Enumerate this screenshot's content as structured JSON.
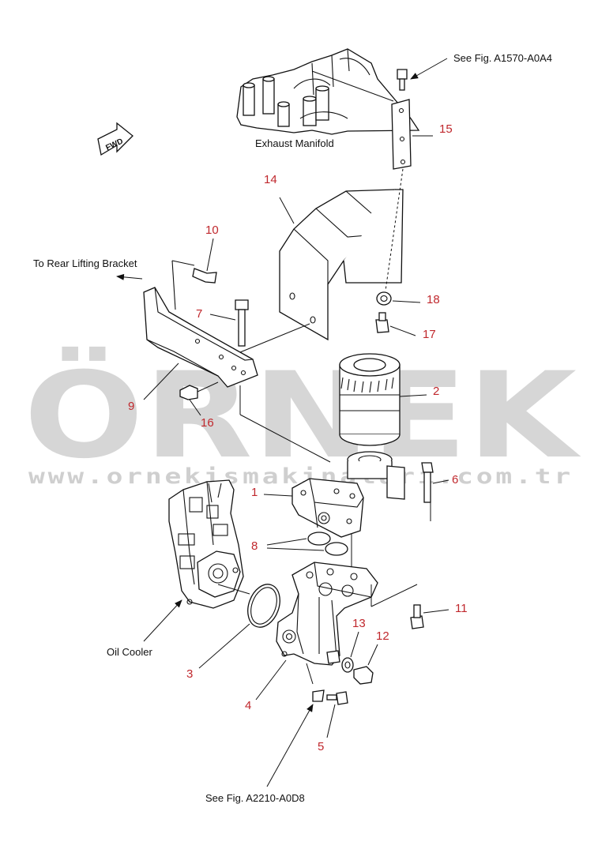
{
  "watermark": {
    "brand": "ÖRNEK",
    "url": "www.ornekismakinalari.com.tr"
  },
  "references": {
    "top_ref": "See Fig. A1570-A0A4",
    "bottom_ref": "See Fig. A2210-A0D8"
  },
  "labels": {
    "exhaust_manifold": "Exhaust Manifold",
    "rear_lifting_bracket": "To Rear Lifting Bracket",
    "oil_cooler": "Oil Cooler",
    "fwd": "FWD"
  },
  "callouts": {
    "c1": "1",
    "c2": "2",
    "c3": "3",
    "c4": "4",
    "c5": "5",
    "c6": "6",
    "c7": "7",
    "c8": "8",
    "c9": "9",
    "c10": "10",
    "c11": "11",
    "c12": "12",
    "c13": "13",
    "c14": "14",
    "c15": "15",
    "c16": "16",
    "c17": "17",
    "c18": "18"
  },
  "colors": {
    "callout": "#c0282d",
    "line": "#111111",
    "watermark": "#d6d6d6"
  }
}
